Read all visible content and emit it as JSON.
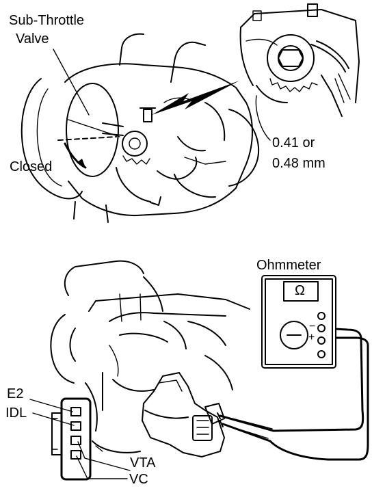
{
  "labels": {
    "sub_throttle_line1": "Sub-Throttle",
    "sub_throttle_line2": "Valve",
    "closed": "Closed",
    "gap_line1": "0.41 or",
    "gap_line2": "0.48 mm",
    "ohmmeter": "Ohmmeter",
    "ohm_symbol": "Ω",
    "minus": "−",
    "plus": "+",
    "e2": "E2",
    "idl": "IDL",
    "vta": "VTA",
    "vc": "VC"
  },
  "icons": {
    "ohmmeter": "ohmmeter-icon",
    "connector": "connector-icon",
    "throttle-body": "throttle-body-icon"
  }
}
